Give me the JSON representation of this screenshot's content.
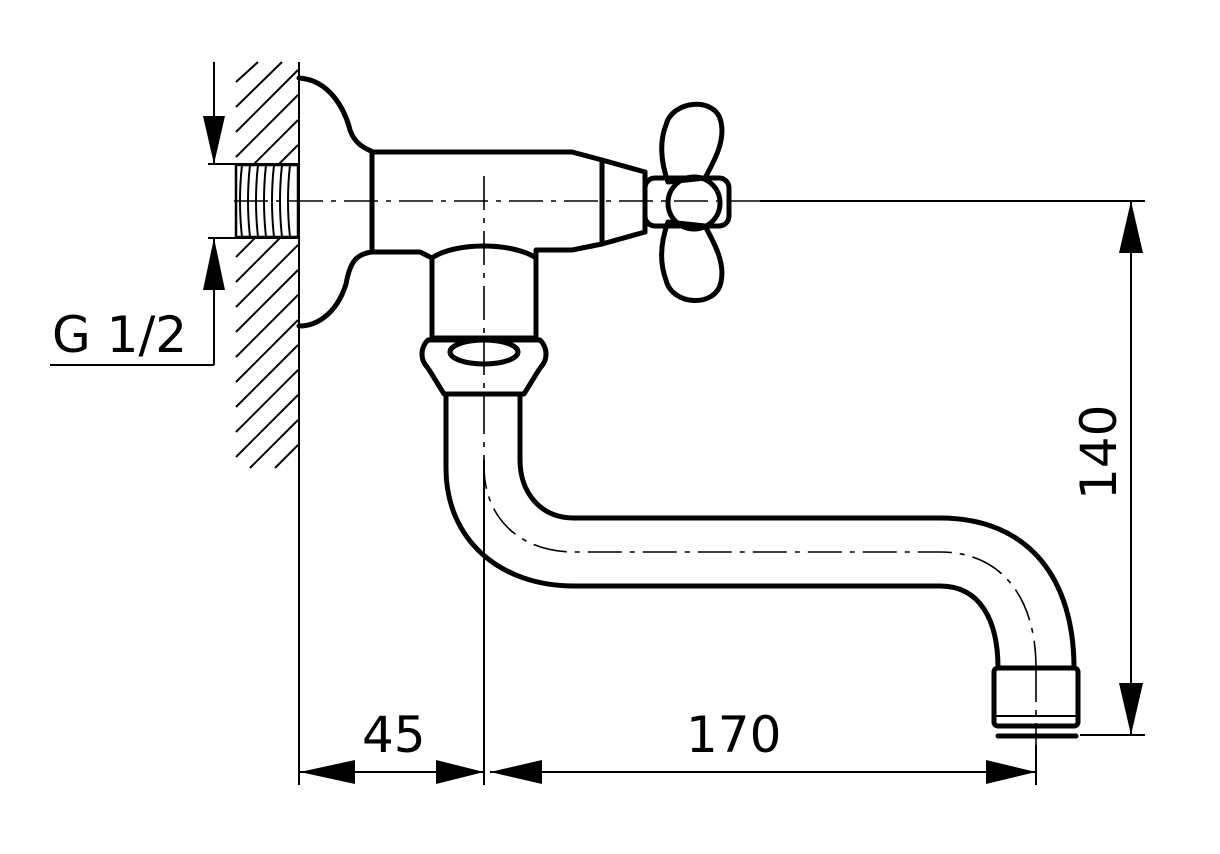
{
  "drawing": {
    "dimensions": {
      "thread": "G 1/2",
      "wall_offset": "45",
      "spout_reach": "170",
      "height": "140"
    },
    "colors": {
      "line": "#000000",
      "background": "#ffffff"
    }
  }
}
